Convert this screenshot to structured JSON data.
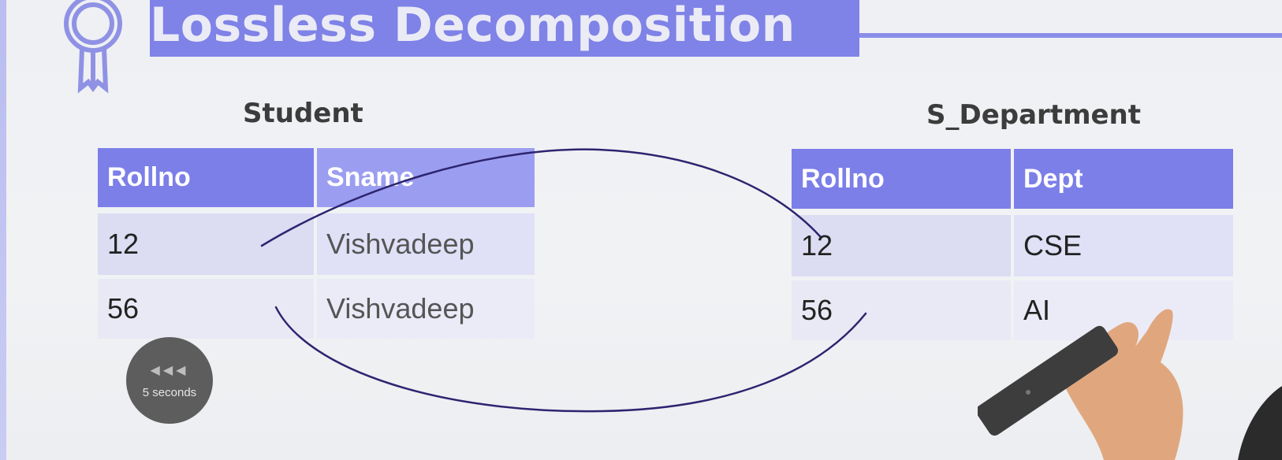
{
  "slide": {
    "title": "Lossless Decomposition",
    "icon": "award-badge-icon"
  },
  "student_table": {
    "caption": "Student",
    "headers": [
      "Rollno",
      "Sname"
    ],
    "rows": [
      [
        "12",
        "Vishvadeep"
      ],
      [
        "56",
        "Vishvadeep"
      ]
    ]
  },
  "department_table": {
    "caption": "S_Department",
    "headers": [
      "Rollno",
      "Dept"
    ],
    "rows": [
      [
        "12",
        "CSE"
      ],
      [
        "56",
        "AI"
      ]
    ]
  },
  "player": {
    "rewind_icon": "rewind-icon",
    "rewind_label": "5 seconds"
  },
  "colors": {
    "accent": "#7f82e6",
    "header_dark": "#7c7fe8",
    "header_light": "#9b9ef0",
    "annotation_ink": "#2d2470"
  }
}
